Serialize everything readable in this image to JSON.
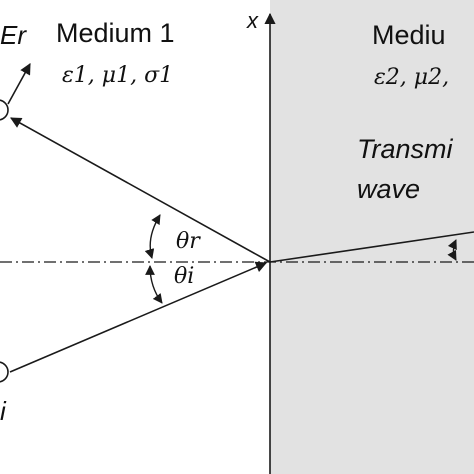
{
  "labels": {
    "medium1": "Medium 1",
    "medium1_params": "ε1, μ1, σ1",
    "medium2": "Mediu",
    "medium2_params": "ε2, μ2,",
    "x_axis": "x",
    "reflected_field": "Er",
    "theta_r": "θr",
    "theta_i": "θi",
    "incident_symbol": "i",
    "transmitted_line1": "Transmi",
    "transmitted_line2": "wave"
  },
  "colors": {
    "medium2_fill": "#e2e2e2",
    "line": "#1a1a1a"
  }
}
